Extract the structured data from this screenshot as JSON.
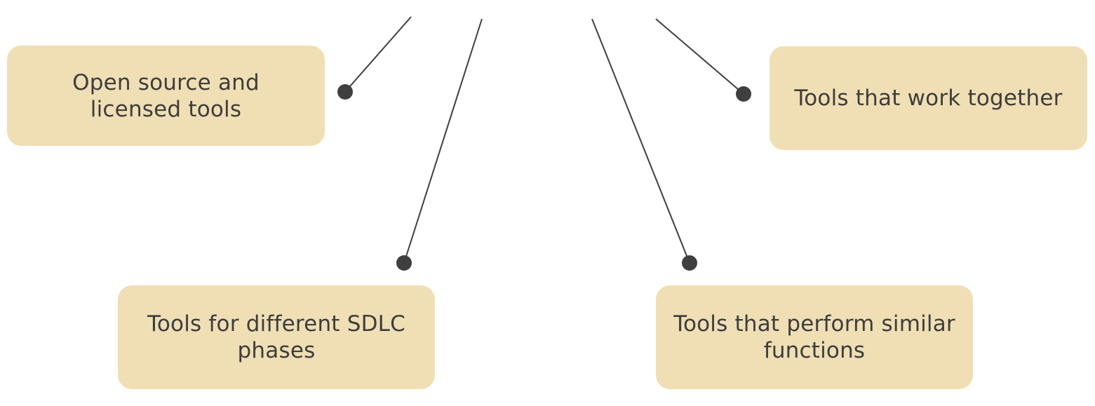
{
  "diagram": {
    "line_color": "#3f3f3f",
    "card_color": "#f0dfb4",
    "cards": [
      {
        "text": "Open source and licensed tools"
      },
      {
        "text": "Tools that work together"
      },
      {
        "text": "Tools for different SDLC phases"
      },
      {
        "text": "Tools that perform similar functions"
      }
    ]
  }
}
